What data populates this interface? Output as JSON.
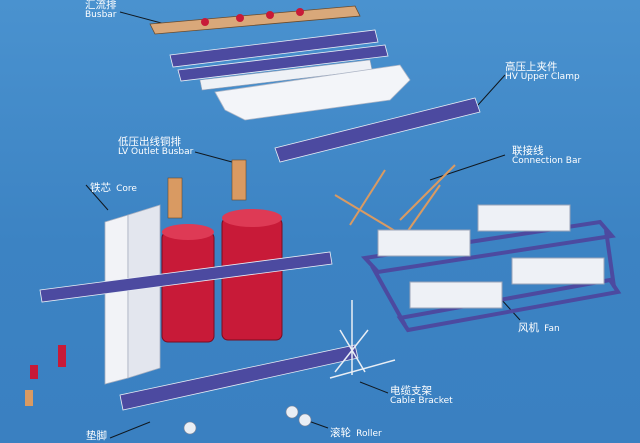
{
  "labels": {
    "busbar": {
      "zh": "汇流排",
      "en": "Busbar"
    },
    "hv_upper_clamp": {
      "zh": "高压上夹件",
      "en": "HV Upper Clamp"
    },
    "lv_outlet_busbar": {
      "zh": "低压出线铜排",
      "en": "LV Outlet Busbar"
    },
    "connection_bar": {
      "zh": "联接线",
      "en": "Connection Bar"
    },
    "core": {
      "zh": "铁芯",
      "en": "Core"
    },
    "fan": {
      "zh": "风机",
      "en": "Fan"
    },
    "cable_bracket": {
      "zh": "电缆支架",
      "en": "Cable Bracket"
    },
    "roller": {
      "zh": "滚轮",
      "en": "Roller"
    },
    "pad": {
      "zh": "垫脚"
    }
  },
  "colors": {
    "background": "#3f88c8",
    "frame": "#4c4aa0",
    "coil": "#c81a38",
    "insulator": "#f1f3f7",
    "copper": "#d99a62"
  }
}
